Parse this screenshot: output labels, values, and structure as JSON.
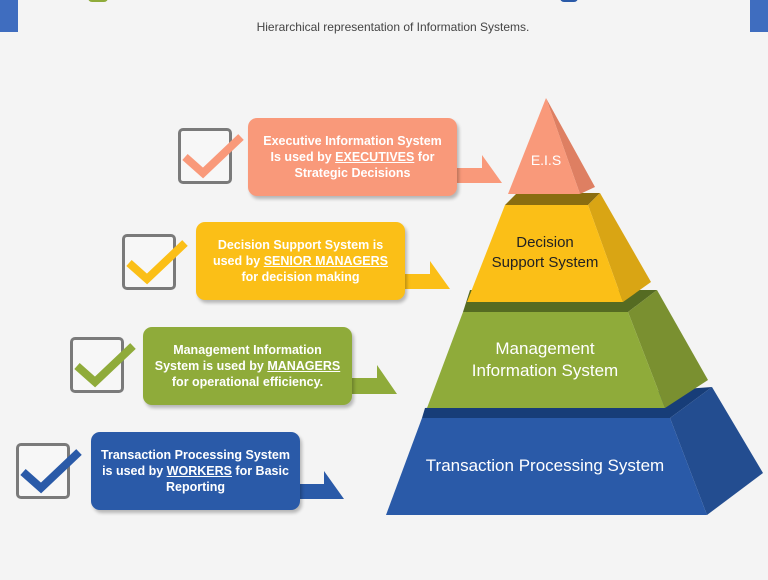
{
  "header": {
    "subtitle": "Hierarchical representation of Information Systems."
  },
  "colors": {
    "eis": "#f9997a",
    "dss": "#fbbf17",
    "mis": "#8fab3a",
    "tps": "#2a5aa8",
    "checkbox_border": "#7a7a7a"
  },
  "pyramid": {
    "levels": [
      {
        "label": "E.I.S"
      },
      {
        "label_line1": "Decision",
        "label_line2": "Support System"
      },
      {
        "label_line1": "Management",
        "label_line2": "Information System"
      },
      {
        "label": "Transaction Processing System"
      }
    ]
  },
  "callouts": [
    {
      "pre": "Executive Information System Is used by ",
      "role": "EXECUTIVES",
      "post": " for Strategic Decisions",
      "icon": "checkmark-icon"
    },
    {
      "pre": "Decision Support System is used by ",
      "role": "SENIOR MANAGERS",
      "post": " for decision making",
      "icon": "checkmark-icon"
    },
    {
      "pre": "Management Information System is used by ",
      "role": "MANAGERS",
      "post": " for operational efficiency.",
      "icon": "checkmark-icon"
    },
    {
      "pre": "Transaction Processing System is used by ",
      "role": "WORKERS",
      "post": " for Basic Reporting",
      "icon": "checkmark-icon"
    }
  ]
}
